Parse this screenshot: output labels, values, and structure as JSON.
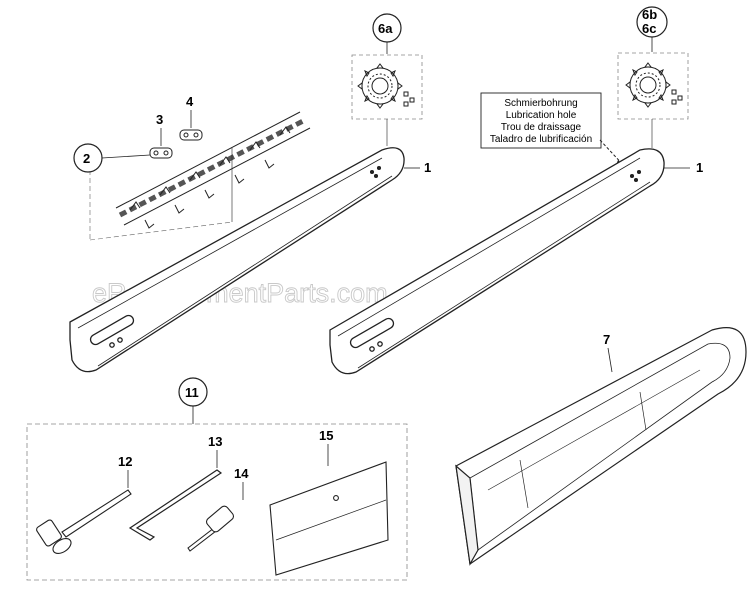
{
  "labels": {
    "p1a": "1",
    "p1b": "1",
    "p2": "2",
    "p3": "3",
    "p4": "4",
    "p6a": "6a",
    "p6b": "6b",
    "p6c": "6c",
    "p7": "7",
    "p11": "11",
    "p12": "12",
    "p13": "13",
    "p14": "14",
    "p15": "15"
  },
  "callout": {
    "line1": "Schmierbohrung",
    "line2": "Lubrication hole",
    "line3": "Trou de draissage",
    "line4": "Taladro de lubrificación"
  },
  "watermark": "eReplacementParts.com",
  "colors": {
    "stroke": "#222222",
    "dashed": "#888888",
    "watermark": "#c9c9c9"
  }
}
